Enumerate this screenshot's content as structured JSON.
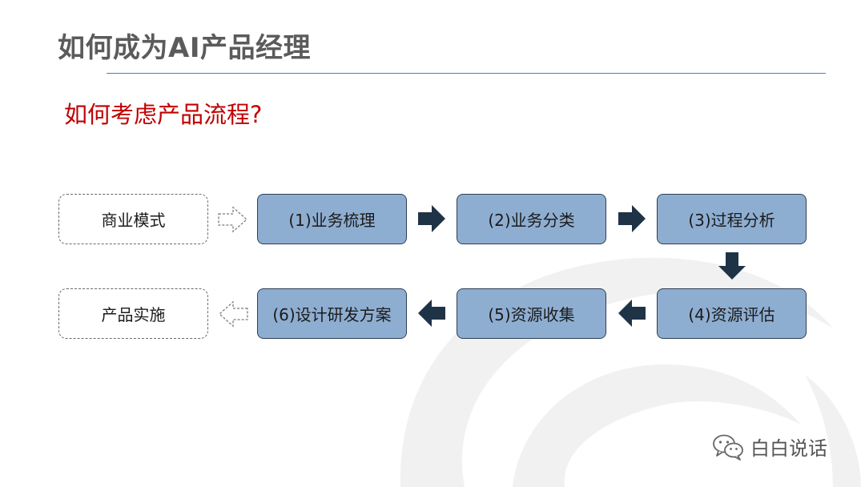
{
  "header": {
    "title": "如何成为AI产品经理",
    "subtitle": "如何考虑产品流程?"
  },
  "diagram": {
    "input_label": "商业模式",
    "output_label": "产品实施",
    "steps": [
      "(1)业务梳理",
      "(2)业务分类",
      "(3)过程分析",
      "(4)资源评估",
      "(5)资源收集",
      "(6)设计研发方案"
    ]
  },
  "watermark": {
    "icon": "wechat-icon",
    "text": "白白说话"
  },
  "colors": {
    "title": "#5b5b5b",
    "subtitle": "#c00000",
    "rule": "#3a86c8",
    "step_fill": "#8eaed1",
    "step_border": "#2c3f55",
    "arrow": "#1f3347"
  }
}
